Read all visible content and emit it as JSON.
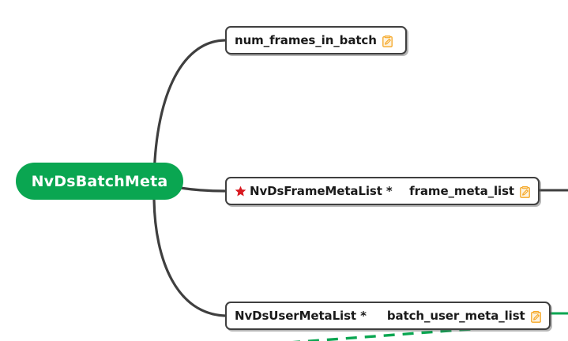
{
  "diagram": {
    "type": "mind-map",
    "root": {
      "label": "NvDsBatchMeta",
      "color": "#0aa651",
      "text_color": "#ffffff"
    },
    "children": [
      {
        "id": "num-frames",
        "type_text": "",
        "name_text": "num_frames_in_batch",
        "has_star": false,
        "note_icon": "note-edit-icon",
        "edge_style": "solid",
        "edge_color": "#3f3f3f",
        "out_connector": null
      },
      {
        "id": "frame-meta",
        "type_text": "NvDsFrameMetaList *",
        "name_text": "frame_meta_list",
        "has_star": true,
        "star_icon": "star-icon",
        "star_color": "#d81920",
        "note_icon": "note-edit-icon",
        "edge_style": "solid",
        "edge_color": "#3f3f3f",
        "out_connector": "solid-dark"
      },
      {
        "id": "user-meta",
        "type_text": "NvDsUserMetaList *",
        "name_text": "batch_user_meta_list",
        "has_star": false,
        "note_icon": "note-edit-icon",
        "edge_style": "solid",
        "edge_color": "#3f3f3f",
        "out_connector": "solid-green"
      }
    ],
    "colors": {
      "node_border": "#3f3f3f",
      "node_fill": "#ffffff",
      "label_text": "#1a1a1a",
      "accent_green": "#0aa651",
      "accent_orange": "#f5a623",
      "accent_red": "#d81920",
      "edge": "#3f3f3f"
    },
    "dashed_link": {
      "color": "#0aa651",
      "style": "dashed"
    }
  }
}
